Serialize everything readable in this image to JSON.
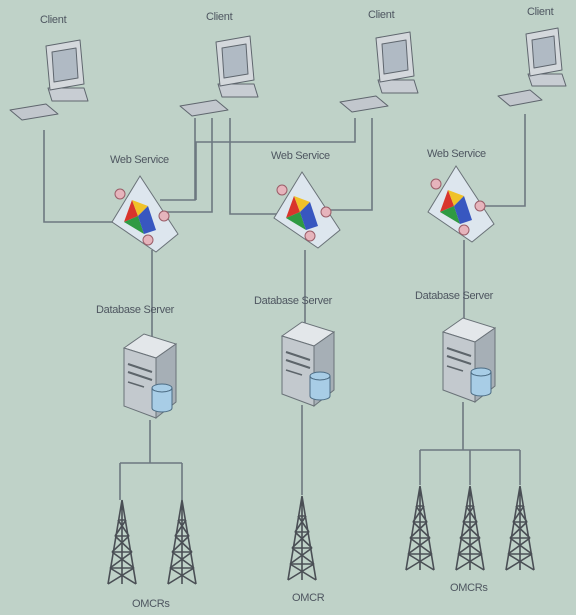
{
  "labels": {
    "clients": [
      "Client",
      "Client",
      "Client",
      "Client"
    ],
    "web_services": [
      "Web Service",
      "Web Service",
      "Web Service"
    ],
    "database_servers": [
      "Database Server",
      "Database Server",
      "Database Server"
    ],
    "tower_groups": [
      "OMCRs",
      "OMCR",
      "OMCRs"
    ]
  },
  "colors": {
    "background": "#bfd2c8",
    "wire": "#6d7880",
    "label": "#4e5660"
  },
  "icons": {
    "client": "desktop-computer-icon",
    "web_service": "web-service-icon",
    "database_server": "database-server-icon",
    "tower": "radio-tower-icon"
  }
}
